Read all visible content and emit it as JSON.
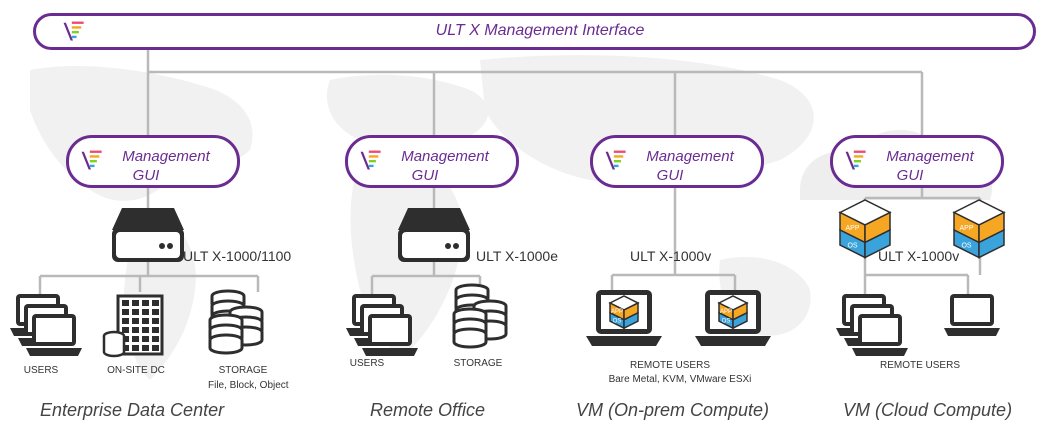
{
  "header": {
    "title": "ULT X Management Interface"
  },
  "management_gui": {
    "line1": "Management",
    "line2": "GUI"
  },
  "sites": [
    {
      "name": "Enterprise Data Center",
      "model": "ULT X-1000/1100",
      "items": [
        "USERS",
        "ON-SITE DC",
        "STORAGE"
      ],
      "storage_sub": "File, Block, Object"
    },
    {
      "name": "Remote Office",
      "model": "ULT X-1000e",
      "items": [
        "USERS",
        "STORAGE"
      ]
    },
    {
      "name": "VM (On-prem Compute)",
      "model": "ULT X-1000v",
      "items": [
        "REMOTE USERS"
      ],
      "sub": "Bare Metal, KVM, VMware ESXi"
    },
    {
      "name": "VM (Cloud Compute)",
      "model": "ULT X-1000v",
      "items": [
        "REMOTE USERS"
      ]
    }
  ],
  "vm_cube": {
    "top": "APP",
    "bottom": "OS"
  },
  "colors": {
    "brand": "#6a2c91",
    "line": "#b9b9b9",
    "cube_orange": "#f5a623",
    "cube_blue": "#3aa3dc",
    "device": "#2e2e2e"
  }
}
